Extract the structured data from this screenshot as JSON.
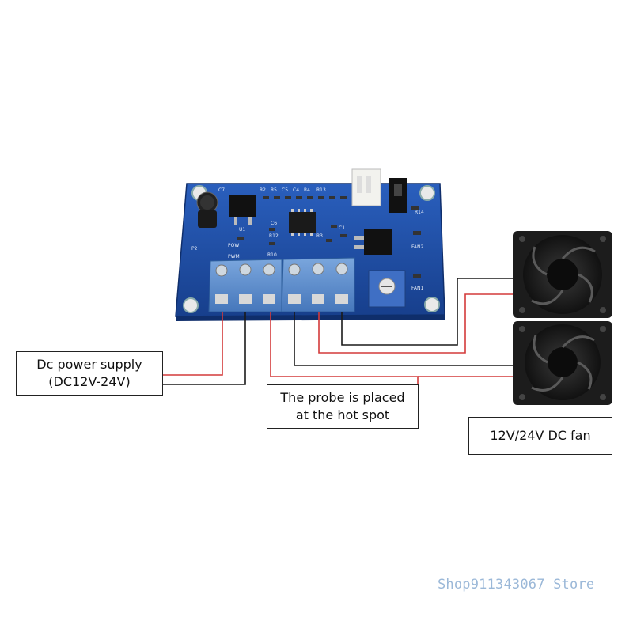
{
  "labels": {
    "power_supply": {
      "line1": "Dc power supply",
      "line2": "(DC12V-24V)"
    },
    "probe": {
      "line1": "The probe is placed",
      "line2": "at the hot spot"
    },
    "fan": {
      "line1": "12V/24V DC fan"
    }
  },
  "board": {
    "component_labels": [
      "C7",
      "U1",
      "R2",
      "R5",
      "C5",
      "C4",
      "R4",
      "R13",
      "POW",
      "PWM",
      "R10",
      "R12",
      "C6",
      "R3",
      "C1",
      "R14",
      "FAN2",
      "FAN1",
      "P2"
    ]
  },
  "watermark": "Shop911343067 Store",
  "colors": {
    "board": "#1f4fa8",
    "terminal": "#5b8fd0",
    "wire_red": "#d43a3a",
    "wire_black": "#1a1a1a",
    "fan": "#1c1c1c"
  }
}
